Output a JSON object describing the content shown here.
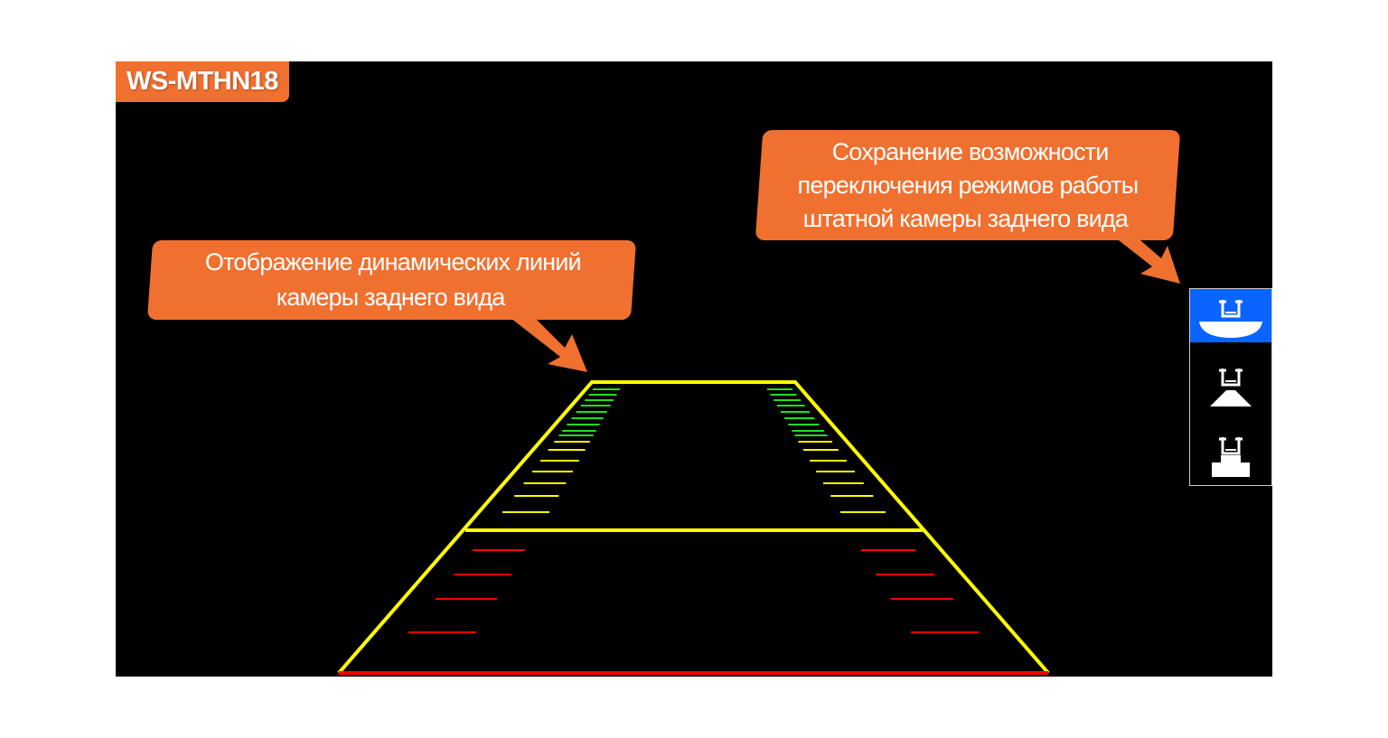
{
  "badge": {
    "model": "WS-MTHN18"
  },
  "callouts": {
    "dynamic_lines": [
      "Отображение динамических линий",
      "камеры заднего вида"
    ],
    "modes": [
      "Сохранение возможности",
      "переключения режимов работы",
      "штатной камеры заднего вида"
    ]
  },
  "camera_modes": [
    {
      "icon": "wide-view-icon",
      "active": true
    },
    {
      "icon": "standard-view-icon",
      "active": false
    },
    {
      "icon": "top-down-view-icon",
      "active": false
    }
  ],
  "colors": {
    "accent": "#f07030",
    "active_mode": "#0a64ff",
    "guide_outline": "#ffff00",
    "guide_near": "#ff0000",
    "guide_far": "#22dd22"
  }
}
